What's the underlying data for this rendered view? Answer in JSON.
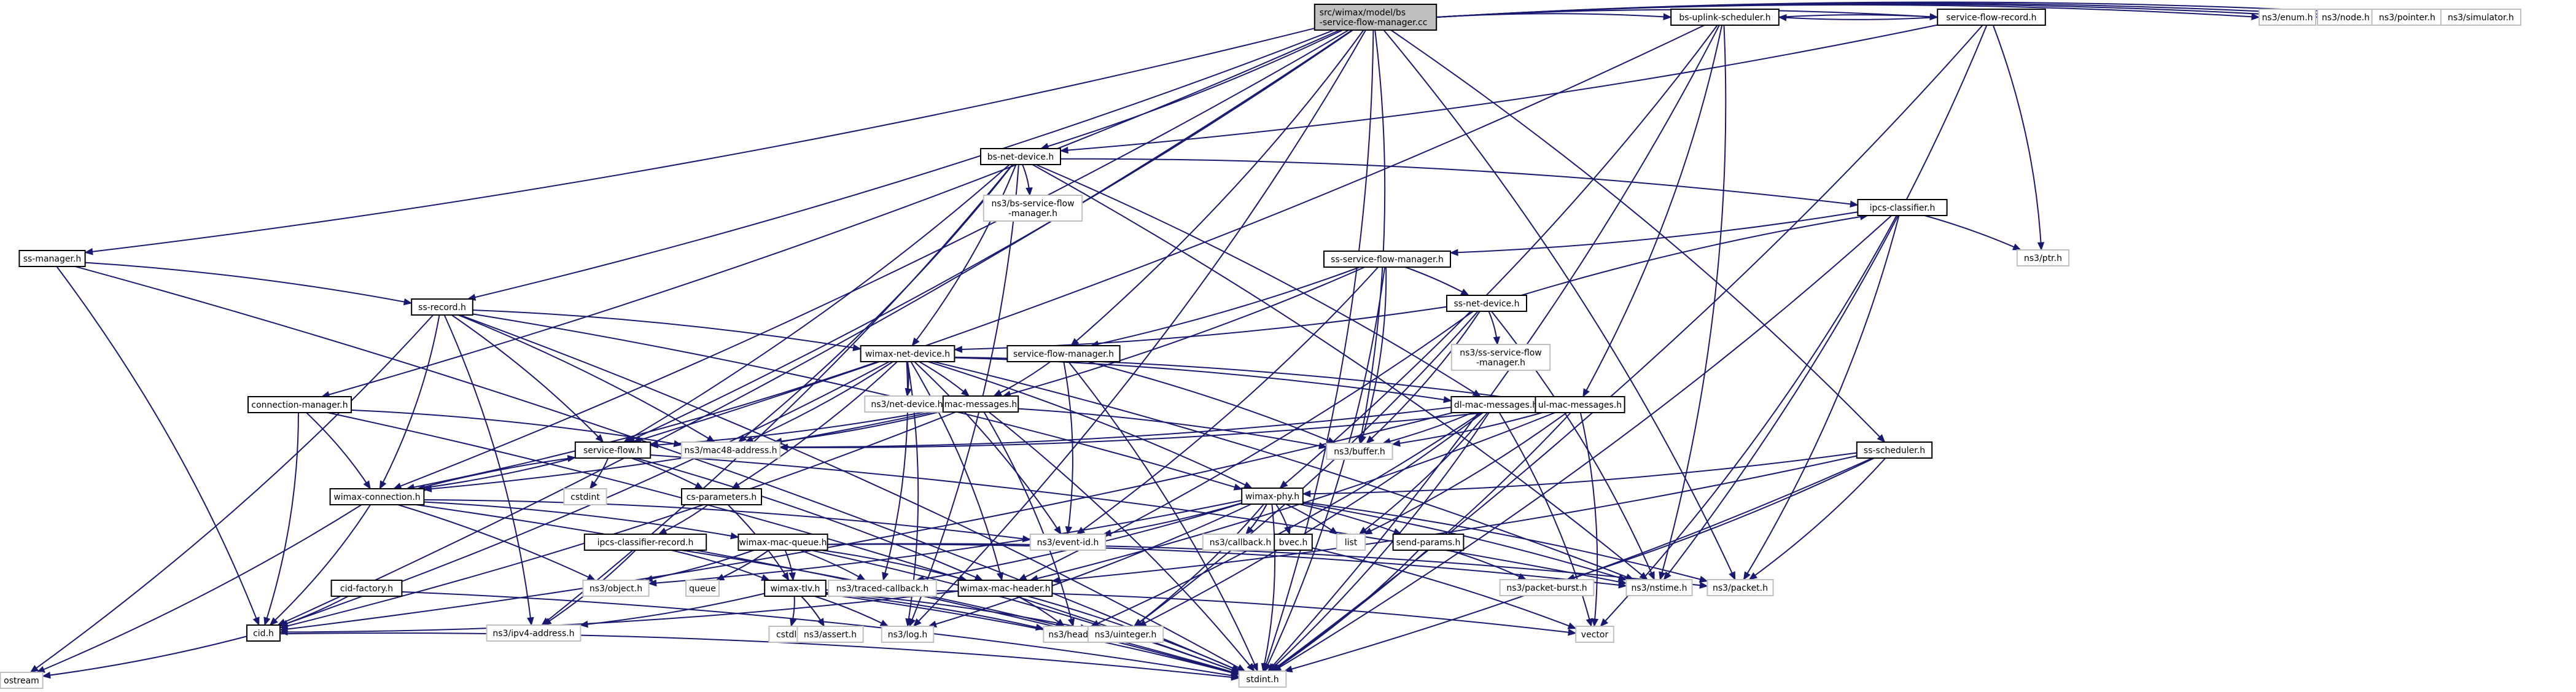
{
  "title": "src/wimax/model/bs-service-flow-manager.cc include dependency graph",
  "colors": {
    "edge": "#191970",
    "root_fill": "#bfbfbf",
    "internal_border": "#000000",
    "external_border": "#bfbfbf"
  },
  "nodes": [
    {
      "id": "root",
      "lines": [
        "src/wimax/model/bs",
        "-service-flow-manager.cc"
      ],
      "kind": "root"
    },
    {
      "id": "bs-uplink-scheduler",
      "lines": [
        "bs-uplink-scheduler.h"
      ],
      "kind": "internal"
    },
    {
      "id": "service-flow-record",
      "lines": [
        "service-flow-record.h"
      ],
      "kind": "internal"
    },
    {
      "id": "ns3-enum",
      "lines": [
        "ns3/enum.h"
      ],
      "kind": "external"
    },
    {
      "id": "ns3-node",
      "lines": [
        "ns3/node.h"
      ],
      "kind": "external"
    },
    {
      "id": "ns3-pointer",
      "lines": [
        "ns3/pointer.h"
      ],
      "kind": "external"
    },
    {
      "id": "ns3-simulator",
      "lines": [
        "ns3/simulator.h"
      ],
      "kind": "external"
    },
    {
      "id": "ss-manager",
      "lines": [
        "ss-manager.h"
      ],
      "kind": "internal"
    },
    {
      "id": "bs-net-device",
      "lines": [
        "bs-net-device.h"
      ],
      "kind": "internal"
    },
    {
      "id": "ns3-bs-service-flow-manager",
      "lines": [
        "ns3/bs-service-flow",
        "-manager.h"
      ],
      "kind": "external"
    },
    {
      "id": "ipcs-classifier",
      "lines": [
        "ipcs-classifier.h"
      ],
      "kind": "internal"
    },
    {
      "id": "ns3-ptr",
      "lines": [
        "ns3/ptr.h"
      ],
      "kind": "external"
    },
    {
      "id": "ss-record",
      "lines": [
        "ss-record.h"
      ],
      "kind": "internal"
    },
    {
      "id": "ss-service-flow-manager",
      "lines": [
        "ss-service-flow-manager.h"
      ],
      "kind": "internal"
    },
    {
      "id": "ss-net-device",
      "lines": [
        "ss-net-device.h"
      ],
      "kind": "internal"
    },
    {
      "id": "ns3-ss-service-flow-manager",
      "lines": [
        "ns3/ss-service-flow",
        "-manager.h"
      ],
      "kind": "external"
    },
    {
      "id": "wimax-net-device",
      "lines": [
        "wimax-net-device.h"
      ],
      "kind": "internal"
    },
    {
      "id": "service-flow-manager",
      "lines": [
        "service-flow-manager.h"
      ],
      "kind": "internal"
    },
    {
      "id": "ns3-net-device",
      "lines": [
        "ns3/net-device.h"
      ],
      "kind": "external"
    },
    {
      "id": "mac-messages",
      "lines": [
        "mac-messages.h"
      ],
      "kind": "internal"
    },
    {
      "id": "dl-mac-messages",
      "lines": [
        "dl-mac-messages.h"
      ],
      "kind": "internal"
    },
    {
      "id": "ul-mac-messages",
      "lines": [
        "ul-mac-messages.h"
      ],
      "kind": "internal"
    },
    {
      "id": "connection-manager",
      "lines": [
        "connection-manager.h"
      ],
      "kind": "internal"
    },
    {
      "id": "ns3-mac48-address",
      "lines": [
        "ns3/mac48-address.h"
      ],
      "kind": "external"
    },
    {
      "id": "ns3-buffer",
      "lines": [
        "ns3/buffer.h"
      ],
      "kind": "external"
    },
    {
      "id": "ss-scheduler",
      "lines": [
        "ss-scheduler.h"
      ],
      "kind": "internal"
    },
    {
      "id": "service-flow",
      "lines": [
        "service-flow.h"
      ],
      "kind": "internal"
    },
    {
      "id": "cstdint",
      "lines": [
        "cstdint"
      ],
      "kind": "external"
    },
    {
      "id": "cs-parameters",
      "lines": [
        "cs-parameters.h"
      ],
      "kind": "internal"
    },
    {
      "id": "wimax-connection",
      "lines": [
        "wimax-connection.h"
      ],
      "kind": "internal"
    },
    {
      "id": "wimax-phy",
      "lines": [
        "wimax-phy.h"
      ],
      "kind": "internal"
    },
    {
      "id": "ns3-event-id",
      "lines": [
        "ns3/event-id.h"
      ],
      "kind": "external"
    },
    {
      "id": "ns3-callback",
      "lines": [
        "ns3/callback.h"
      ],
      "kind": "external"
    },
    {
      "id": "bvec",
      "lines": [
        "bvec.h"
      ],
      "kind": "internal"
    },
    {
      "id": "list",
      "lines": [
        "list"
      ],
      "kind": "external"
    },
    {
      "id": "send-params",
      "lines": [
        "send-params.h"
      ],
      "kind": "internal"
    },
    {
      "id": "ipcs-classifier-record",
      "lines": [
        "ipcs-classifier-record.h"
      ],
      "kind": "internal"
    },
    {
      "id": "wimax-mac-queue",
      "lines": [
        "wimax-mac-queue.h"
      ],
      "kind": "internal"
    },
    {
      "id": "ns3-nstime",
      "lines": [
        "ns3/nstime.h"
      ],
      "kind": "external"
    },
    {
      "id": "ns3-packet",
      "lines": [
        "ns3/packet.h"
      ],
      "kind": "external"
    },
    {
      "id": "cid-factory",
      "lines": [
        "cid-factory.h"
      ],
      "kind": "internal"
    },
    {
      "id": "ns3-object",
      "lines": [
        "ns3/object.h"
      ],
      "kind": "external"
    },
    {
      "id": "queue",
      "lines": [
        "queue"
      ],
      "kind": "external"
    },
    {
      "id": "ns3-traced-callback",
      "lines": [
        "ns3/traced-callback.h"
      ],
      "kind": "external"
    },
    {
      "id": "wimax-mac-header",
      "lines": [
        "wimax-mac-header.h"
      ],
      "kind": "internal"
    },
    {
      "id": "ns3-packet-burst",
      "lines": [
        "ns3/packet-burst.h"
      ],
      "kind": "external"
    },
    {
      "id": "wimax-tlv",
      "lines": [
        "wimax-tlv.h"
      ],
      "kind": "internal"
    },
    {
      "id": "cid",
      "lines": [
        "cid.h"
      ],
      "kind": "internal"
    },
    {
      "id": "ns3-ipv4-address",
      "lines": [
        "ns3/ipv4-address.h"
      ],
      "kind": "external"
    },
    {
      "id": "cstdlib",
      "lines": [
        "cstdlib"
      ],
      "kind": "external"
    },
    {
      "id": "ns3-assert",
      "lines": [
        "ns3/assert.h"
      ],
      "kind": "external"
    },
    {
      "id": "ns3-log",
      "lines": [
        "ns3/log.h"
      ],
      "kind": "external"
    },
    {
      "id": "ns3-header",
      "lines": [
        "ns3/header.h"
      ],
      "kind": "external"
    },
    {
      "id": "ns3-uinteger",
      "lines": [
        "ns3/uinteger.h"
      ],
      "kind": "external"
    },
    {
      "id": "vector",
      "lines": [
        "vector"
      ],
      "kind": "external"
    },
    {
      "id": "ostream",
      "lines": [
        "ostream"
      ],
      "kind": "external"
    },
    {
      "id": "stdint",
      "lines": [
        "stdint.h"
      ],
      "kind": "external"
    }
  ],
  "edges": [
    [
      "root",
      "bs-uplink-scheduler"
    ],
    [
      "root",
      "service-flow-record"
    ],
    [
      "root",
      "ns3-enum"
    ],
    [
      "root",
      "ns3-node"
    ],
    [
      "root",
      "ns3-pointer"
    ],
    [
      "root",
      "ns3-simulator"
    ],
    [
      "root",
      "ss-manager"
    ],
    [
      "root",
      "bs-net-device"
    ],
    [
      "root",
      "ss-record"
    ],
    [
      "root",
      "connection-manager"
    ],
    [
      "root",
      "service-flow-manager"
    ],
    [
      "root",
      "ns3-buffer"
    ],
    [
      "root",
      "service-flow"
    ],
    [
      "root",
      "wimax-connection"
    ],
    [
      "root",
      "ss-scheduler"
    ],
    [
      "root",
      "ns3-packet"
    ],
    [
      "root",
      "stdint"
    ],
    [
      "root",
      "cid"
    ],
    [
      "root",
      "ns3-log"
    ],
    [
      "bs-uplink-scheduler",
      "service-flow-record"
    ],
    [
      "bs-uplink-scheduler",
      "ul-mac-messages"
    ],
    [
      "bs-uplink-scheduler",
      "wimax-phy"
    ],
    [
      "bs-uplink-scheduler",
      "ns3-nstime"
    ],
    [
      "bs-uplink-scheduler",
      "stdint"
    ],
    [
      "bs-uplink-scheduler",
      "service-flow"
    ],
    [
      "service-flow-record",
      "bs-uplink-scheduler"
    ],
    [
      "service-flow-record",
      "bs-net-device"
    ],
    [
      "service-flow-record",
      "ns3-ptr"
    ],
    [
      "service-flow-record",
      "ns3-nstime"
    ],
    [
      "service-flow-record",
      "stdint"
    ],
    [
      "ss-manager",
      "ss-record"
    ],
    [
      "ss-manager",
      "cid"
    ],
    [
      "ss-manager",
      "stdint"
    ],
    [
      "bs-net-device",
      "ns3-bs-service-flow-manager"
    ],
    [
      "bs-net-device",
      "ipcs-classifier"
    ],
    [
      "bs-net-device",
      "wimax-net-device"
    ],
    [
      "bs-net-device",
      "dl-mac-messages"
    ],
    [
      "bs-net-device",
      "ns3-mac48-address"
    ],
    [
      "bs-net-device",
      "ns3-nstime"
    ],
    [
      "bs-net-device",
      "service-flow"
    ],
    [
      "bs-net-device",
      "ns3-ipv4-address"
    ],
    [
      "bs-net-device",
      "ns3-log"
    ],
    [
      "ipcs-classifier",
      "ss-service-flow-manager"
    ],
    [
      "ipcs-classifier",
      "ns3-ptr"
    ],
    [
      "ipcs-classifier",
      "ns3-packet"
    ],
    [
      "ipcs-classifier",
      "stdint"
    ],
    [
      "ipcs-classifier",
      "vector"
    ],
    [
      "ss-record",
      "wimax-net-device"
    ],
    [
      "ss-record",
      "ns3-mac48-address"
    ],
    [
      "ss-record",
      "service-flow"
    ],
    [
      "ss-record",
      "wimax-connection"
    ],
    [
      "ss-record",
      "ostream"
    ],
    [
      "ss-record",
      "stdint"
    ],
    [
      "ss-record",
      "ns3-ipv4-address"
    ],
    [
      "ss-record",
      "wimax-phy"
    ],
    [
      "ss-service-flow-manager",
      "ss-net-device"
    ],
    [
      "ss-service-flow-manager",
      "service-flow-manager"
    ],
    [
      "ss-service-flow-manager",
      "mac-messages"
    ],
    [
      "ss-service-flow-manager",
      "ns3-buffer"
    ],
    [
      "ss-service-flow-manager",
      "ns3-event-id"
    ],
    [
      "ss-service-flow-manager",
      "stdint"
    ],
    [
      "ss-net-device",
      "ns3-ss-service-flow-manager"
    ],
    [
      "ss-net-device",
      "wimax-net-device"
    ],
    [
      "ss-net-device",
      "ipcs-classifier"
    ],
    [
      "ss-net-device",
      "ns3-buffer"
    ],
    [
      "ss-net-device",
      "ns3-nstime"
    ],
    [
      "ss-net-device",
      "ns3-uinteger"
    ],
    [
      "ss-net-device",
      "wimax-mac-header"
    ],
    [
      "wimax-net-device",
      "ns3-net-device"
    ],
    [
      "wimax-net-device",
      "mac-messages"
    ],
    [
      "wimax-net-device",
      "dl-mac-messages"
    ],
    [
      "wimax-net-device",
      "ul-mac-messages"
    ],
    [
      "wimax-net-device",
      "ns3-mac48-address"
    ],
    [
      "wimax-net-device",
      "wimax-phy"
    ],
    [
      "wimax-net-device",
      "wimax-connection"
    ],
    [
      "wimax-net-device",
      "ns3-event-id"
    ],
    [
      "wimax-net-device",
      "ns3-traced-callback"
    ],
    [
      "wimax-net-device",
      "cid"
    ],
    [
      "wimax-net-device",
      "ns3-log"
    ],
    [
      "wimax-net-device",
      "ns3-nstime"
    ],
    [
      "wimax-net-device",
      "wimax-mac-header"
    ],
    [
      "wimax-net-device",
      "cs-parameters"
    ],
    [
      "service-flow-manager",
      "mac-messages"
    ],
    [
      "service-flow-manager",
      "ns3-buffer"
    ],
    [
      "service-flow-manager",
      "ns3-event-id"
    ],
    [
      "service-flow-manager",
      "stdint"
    ],
    [
      "mac-messages",
      "service-flow"
    ],
    [
      "mac-messages",
      "ns3-mac48-address"
    ],
    [
      "mac-messages",
      "ns3-buffer"
    ],
    [
      "mac-messages",
      "cid"
    ],
    [
      "mac-messages",
      "ns3-header"
    ],
    [
      "mac-messages",
      "stdint"
    ],
    [
      "mac-messages",
      "wimax-connection"
    ],
    [
      "dl-mac-messages",
      "ns3-mac48-address"
    ],
    [
      "dl-mac-messages",
      "ns3-buffer"
    ],
    [
      "dl-mac-messages",
      "list"
    ],
    [
      "dl-mac-messages",
      "vector"
    ],
    [
      "dl-mac-messages",
      "ns3-header"
    ],
    [
      "dl-mac-messages",
      "stdint"
    ],
    [
      "dl-mac-messages",
      "cid"
    ],
    [
      "dl-mac-messages",
      "ns3-uinteger"
    ],
    [
      "ul-mac-messages",
      "ns3-mac48-address"
    ],
    [
      "ul-mac-messages",
      "ns3-buffer"
    ],
    [
      "ul-mac-messages",
      "list"
    ],
    [
      "ul-mac-messages",
      "vector"
    ],
    [
      "ul-mac-messages",
      "stdint"
    ],
    [
      "ul-mac-messages",
      "wimax-mac-header"
    ],
    [
      "connection-manager",
      "wimax-connection"
    ],
    [
      "connection-manager",
      "ns3-mac48-address"
    ],
    [
      "connection-manager",
      "cid"
    ],
    [
      "connection-manager",
      "stdint"
    ],
    [
      "ss-scheduler",
      "wimax-phy"
    ],
    [
      "ss-scheduler",
      "ns3-packet"
    ],
    [
      "ss-scheduler",
      "ns3-packet-burst"
    ],
    [
      "ss-scheduler",
      "stdint"
    ],
    [
      "ss-scheduler",
      "wimax-mac-header"
    ],
    [
      "service-flow",
      "wimax-connection"
    ],
    [
      "service-flow",
      "cstdint"
    ],
    [
      "service-flow",
      "cs-parameters"
    ],
    [
      "service-flow",
      "wimax-mac-header"
    ],
    [
      "service-flow",
      "ns3-nstime"
    ],
    [
      "cs-parameters",
      "ipcs-classifier-record"
    ],
    [
      "cs-parameters",
      "wimax-tlv"
    ],
    [
      "wimax-connection",
      "service-flow"
    ],
    [
      "wimax-connection",
      "wimax-mac-queue"
    ],
    [
      "wimax-connection",
      "cid"
    ],
    [
      "wimax-connection",
      "ns3-object"
    ],
    [
      "wimax-connection",
      "ostream"
    ],
    [
      "wimax-connection",
      "stdint"
    ],
    [
      "wimax-connection",
      "ns3-event-id"
    ],
    [
      "wimax-phy",
      "ns3-event-id"
    ],
    [
      "wimax-phy",
      "ns3-callback"
    ],
    [
      "wimax-phy",
      "bvec"
    ],
    [
      "wimax-phy",
      "list"
    ],
    [
      "wimax-phy",
      "send-params"
    ],
    [
      "wimax-phy",
      "ns3-nstime"
    ],
    [
      "wimax-phy",
      "ns3-object"
    ],
    [
      "wimax-phy",
      "ns3-log"
    ],
    [
      "wimax-phy",
      "ns3-traced-callback"
    ],
    [
      "wimax-phy",
      "stdint"
    ],
    [
      "wimax-phy",
      "ns3-packet"
    ],
    [
      "wimax-phy",
      "ns3-uinteger"
    ],
    [
      "bvec",
      "vector"
    ],
    [
      "send-params",
      "ns3-packet-burst"
    ],
    [
      "send-params",
      "stdint"
    ],
    [
      "ipcs-classifier-record",
      "ns3-ipv4-address"
    ],
    [
      "ipcs-classifier-record",
      "wimax-tlv"
    ],
    [
      "ipcs-classifier-record",
      "stdint"
    ],
    [
      "wimax-mac-queue",
      "wimax-mac-header"
    ],
    [
      "wimax-mac-queue",
      "ns3-object"
    ],
    [
      "wimax-mac-queue",
      "queue"
    ],
    [
      "wimax-mac-queue",
      "ns3-traced-callback"
    ],
    [
      "wimax-mac-queue",
      "ns3-nstime"
    ],
    [
      "wimax-mac-queue",
      "ns3-packet"
    ],
    [
      "wimax-mac-queue",
      "stdint"
    ],
    [
      "wimax-mac-queue",
      "wimax-tlv"
    ],
    [
      "cid-factory",
      "cid"
    ],
    [
      "cid-factory",
      "stdint"
    ],
    [
      "wimax-mac-header",
      "ns3-header"
    ],
    [
      "wimax-mac-header",
      "stdint"
    ],
    [
      "wimax-mac-header",
      "cid"
    ],
    [
      "wimax-tlv",
      "cstdlib"
    ],
    [
      "wimax-tlv",
      "ns3-assert"
    ],
    [
      "wimax-tlv",
      "ns3-log"
    ],
    [
      "wimax-tlv",
      "ns3-header"
    ],
    [
      "wimax-tlv",
      "ns3-uinteger"
    ],
    [
      "wimax-tlv",
      "vector"
    ],
    [
      "wimax-tlv",
      "ns3-ipv4-address"
    ],
    [
      "wimax-tlv",
      "stdint"
    ],
    [
      "cid",
      "ostream"
    ],
    [
      "cid",
      "stdint"
    ]
  ]
}
